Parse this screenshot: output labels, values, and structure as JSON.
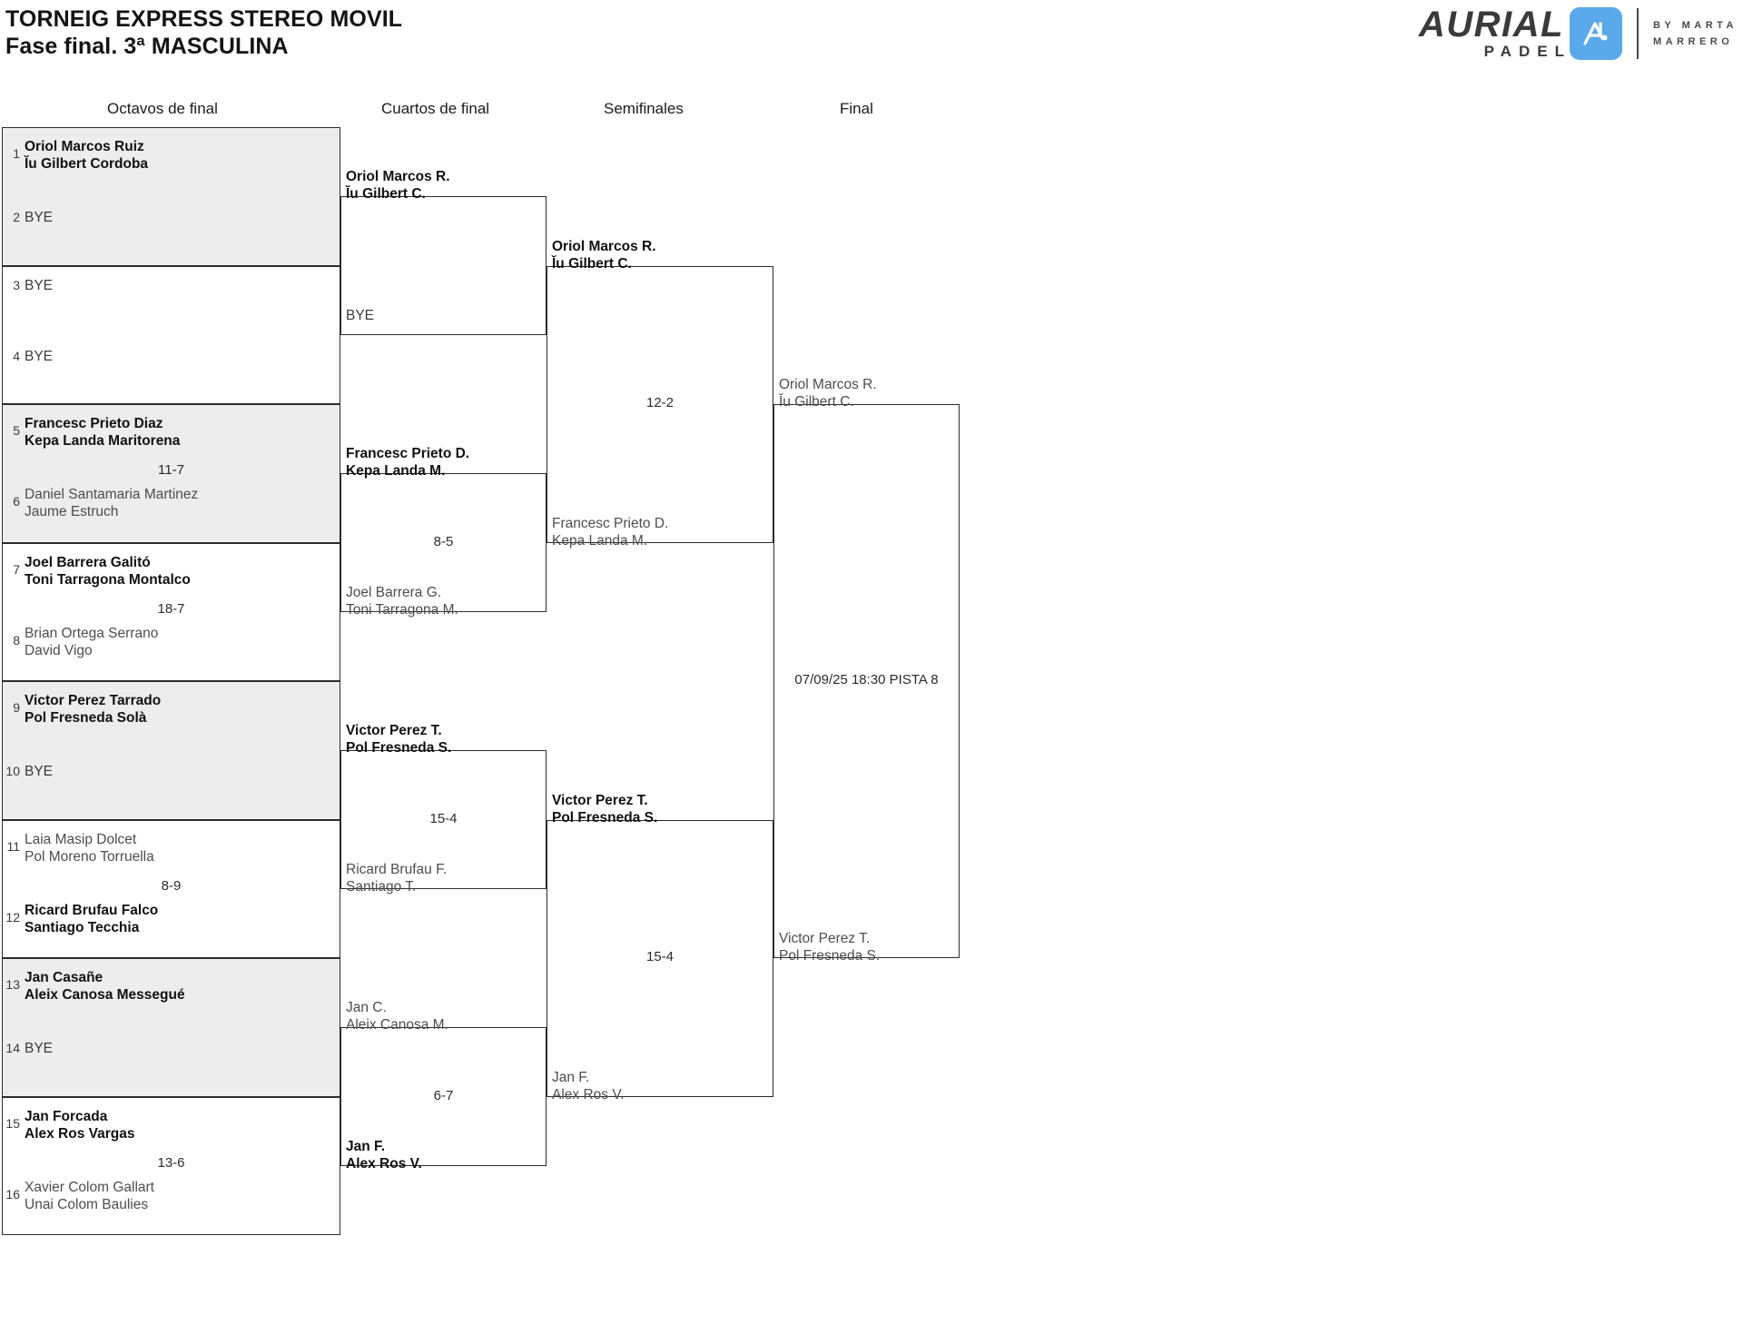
{
  "header": {
    "title_line1": "TORNEIG EXPRESS STEREO MOVIL",
    "title_line2": "Fase final. 3ª MASCULINA"
  },
  "logo": {
    "brand": "AURIAL",
    "sub": "PADEL",
    "by_line1": "BY MARTA",
    "by_line2": "MARRERO",
    "mark_color": "#5aa9ea",
    "mark_icon": "aurial-monogram-icon"
  },
  "rounds": [
    {
      "label": "Octavos de final"
    },
    {
      "label": "Cuartos de final"
    },
    {
      "label": "Semifinales"
    },
    {
      "label": "Final"
    }
  ],
  "round1": {
    "matches": [
      {
        "shaded": true,
        "score": "",
        "top": {
          "seed": "1",
          "line1": "Oriol Marcos Ruiz",
          "line2": "Ĭu Gilbert Cordoba",
          "state": "win"
        },
        "bottom": {
          "seed": "2",
          "line1": "BYE",
          "line2": "",
          "state": "bye"
        }
      },
      {
        "shaded": false,
        "score": "",
        "top": {
          "seed": "3",
          "line1": "BYE",
          "line2": "",
          "state": "bye"
        },
        "bottom": {
          "seed": "4",
          "line1": "BYE",
          "line2": "",
          "state": "bye"
        }
      },
      {
        "shaded": true,
        "score": "11-7",
        "top": {
          "seed": "5",
          "line1": "Francesc Prieto Diaz",
          "line2": "Kepa Landa Maritorena",
          "state": "win"
        },
        "bottom": {
          "seed": "6",
          "line1": "Daniel Santamaria Martinez",
          "line2": "Jaume Estruch",
          "state": "lose"
        }
      },
      {
        "shaded": false,
        "score": "18-7",
        "top": {
          "seed": "7",
          "line1": "Joel Barrera Galitó",
          "line2": "Toni Tarragona Montalco",
          "state": "win"
        },
        "bottom": {
          "seed": "8",
          "line1": "Brian Ortega Serrano",
          "line2": "David Vigo",
          "state": "lose"
        }
      },
      {
        "shaded": true,
        "score": "",
        "top": {
          "seed": "9",
          "line1": "Victor Perez Tarrado",
          "line2": "Pol Fresneda Solà",
          "state": "win"
        },
        "bottom": {
          "seed": "10",
          "line1": "BYE",
          "line2": "",
          "state": "bye"
        }
      },
      {
        "shaded": false,
        "score": "8-9",
        "top": {
          "seed": "11",
          "line1": "Laia Masip Dolcet",
          "line2": "Pol Moreno Torruella",
          "state": "lose"
        },
        "bottom": {
          "seed": "12",
          "line1": "Ricard Brufau Falco",
          "line2": "Santiago Tecchia",
          "state": "win"
        }
      },
      {
        "shaded": true,
        "score": "",
        "top": {
          "seed": "13",
          "line1": "Jan Casañe",
          "line2": "Aleix Canosa Messegué",
          "state": "win"
        },
        "bottom": {
          "seed": "14",
          "line1": "BYE",
          "line2": "",
          "state": "bye"
        }
      },
      {
        "shaded": false,
        "score": "13-6",
        "top": {
          "seed": "15",
          "line1": "Jan Forcada",
          "line2": "Alex Ros Vargas",
          "state": "win"
        },
        "bottom": {
          "seed": "16",
          "line1": "Xavier Colom Gallart",
          "line2": "Unai Colom Baulies",
          "state": "lose"
        }
      }
    ]
  },
  "round2": {
    "matches": [
      {
        "score": "",
        "top": {
          "line1": "Oriol Marcos R.",
          "line2": "Ĭu Gilbert C.",
          "state": "win"
        },
        "bottom": {
          "line1": "BYE",
          "line2": "",
          "state": "bye"
        }
      },
      {
        "score": "8-5",
        "top": {
          "line1": "Francesc Prieto D.",
          "line2": "Kepa Landa M.",
          "state": "win"
        },
        "bottom": {
          "line1": "Joel Barrera G.",
          "line2": "Toni Tarragona M.",
          "state": "lose"
        }
      },
      {
        "score": "15-4",
        "top": {
          "line1": "Victor Perez T.",
          "line2": "Pol Fresneda S.",
          "state": "win"
        },
        "bottom": {
          "line1": "Ricard Brufau F.",
          "line2": "Santiago T.",
          "state": "lose"
        }
      },
      {
        "score": "6-7",
        "top": {
          "line1": "Jan C.",
          "line2": "Aleix Canosa M.",
          "state": "lose"
        },
        "bottom": {
          "line1": "Jan F.",
          "line2": "Alex Ros V.",
          "state": "win"
        }
      }
    ]
  },
  "round3": {
    "matches": [
      {
        "score": "12-2",
        "top": {
          "line1": "Oriol Marcos R.",
          "line2": "Ĭu Gilbert C.",
          "state": "win"
        },
        "bottom": {
          "line1": "Francesc Prieto D.",
          "line2": "Kepa Landa M.",
          "state": "lose"
        }
      },
      {
        "score": "15-4",
        "top": {
          "line1": "Victor Perez T.",
          "line2": "Pol Fresneda S.",
          "state": "win"
        },
        "bottom": {
          "line1": "Jan F.",
          "line2": "Alex Ros V.",
          "state": "lose"
        }
      }
    ]
  },
  "round4": {
    "matches": [
      {
        "score": "07/09/25 18:30 PISTA 8",
        "top": {
          "line1": "Oriol Marcos R.",
          "line2": "Ĭu Gilbert C.",
          "state": "lose"
        },
        "bottom": {
          "line1": "Victor Perez T.",
          "line2": "Pol Fresneda S.",
          "state": "lose"
        }
      }
    ]
  }
}
